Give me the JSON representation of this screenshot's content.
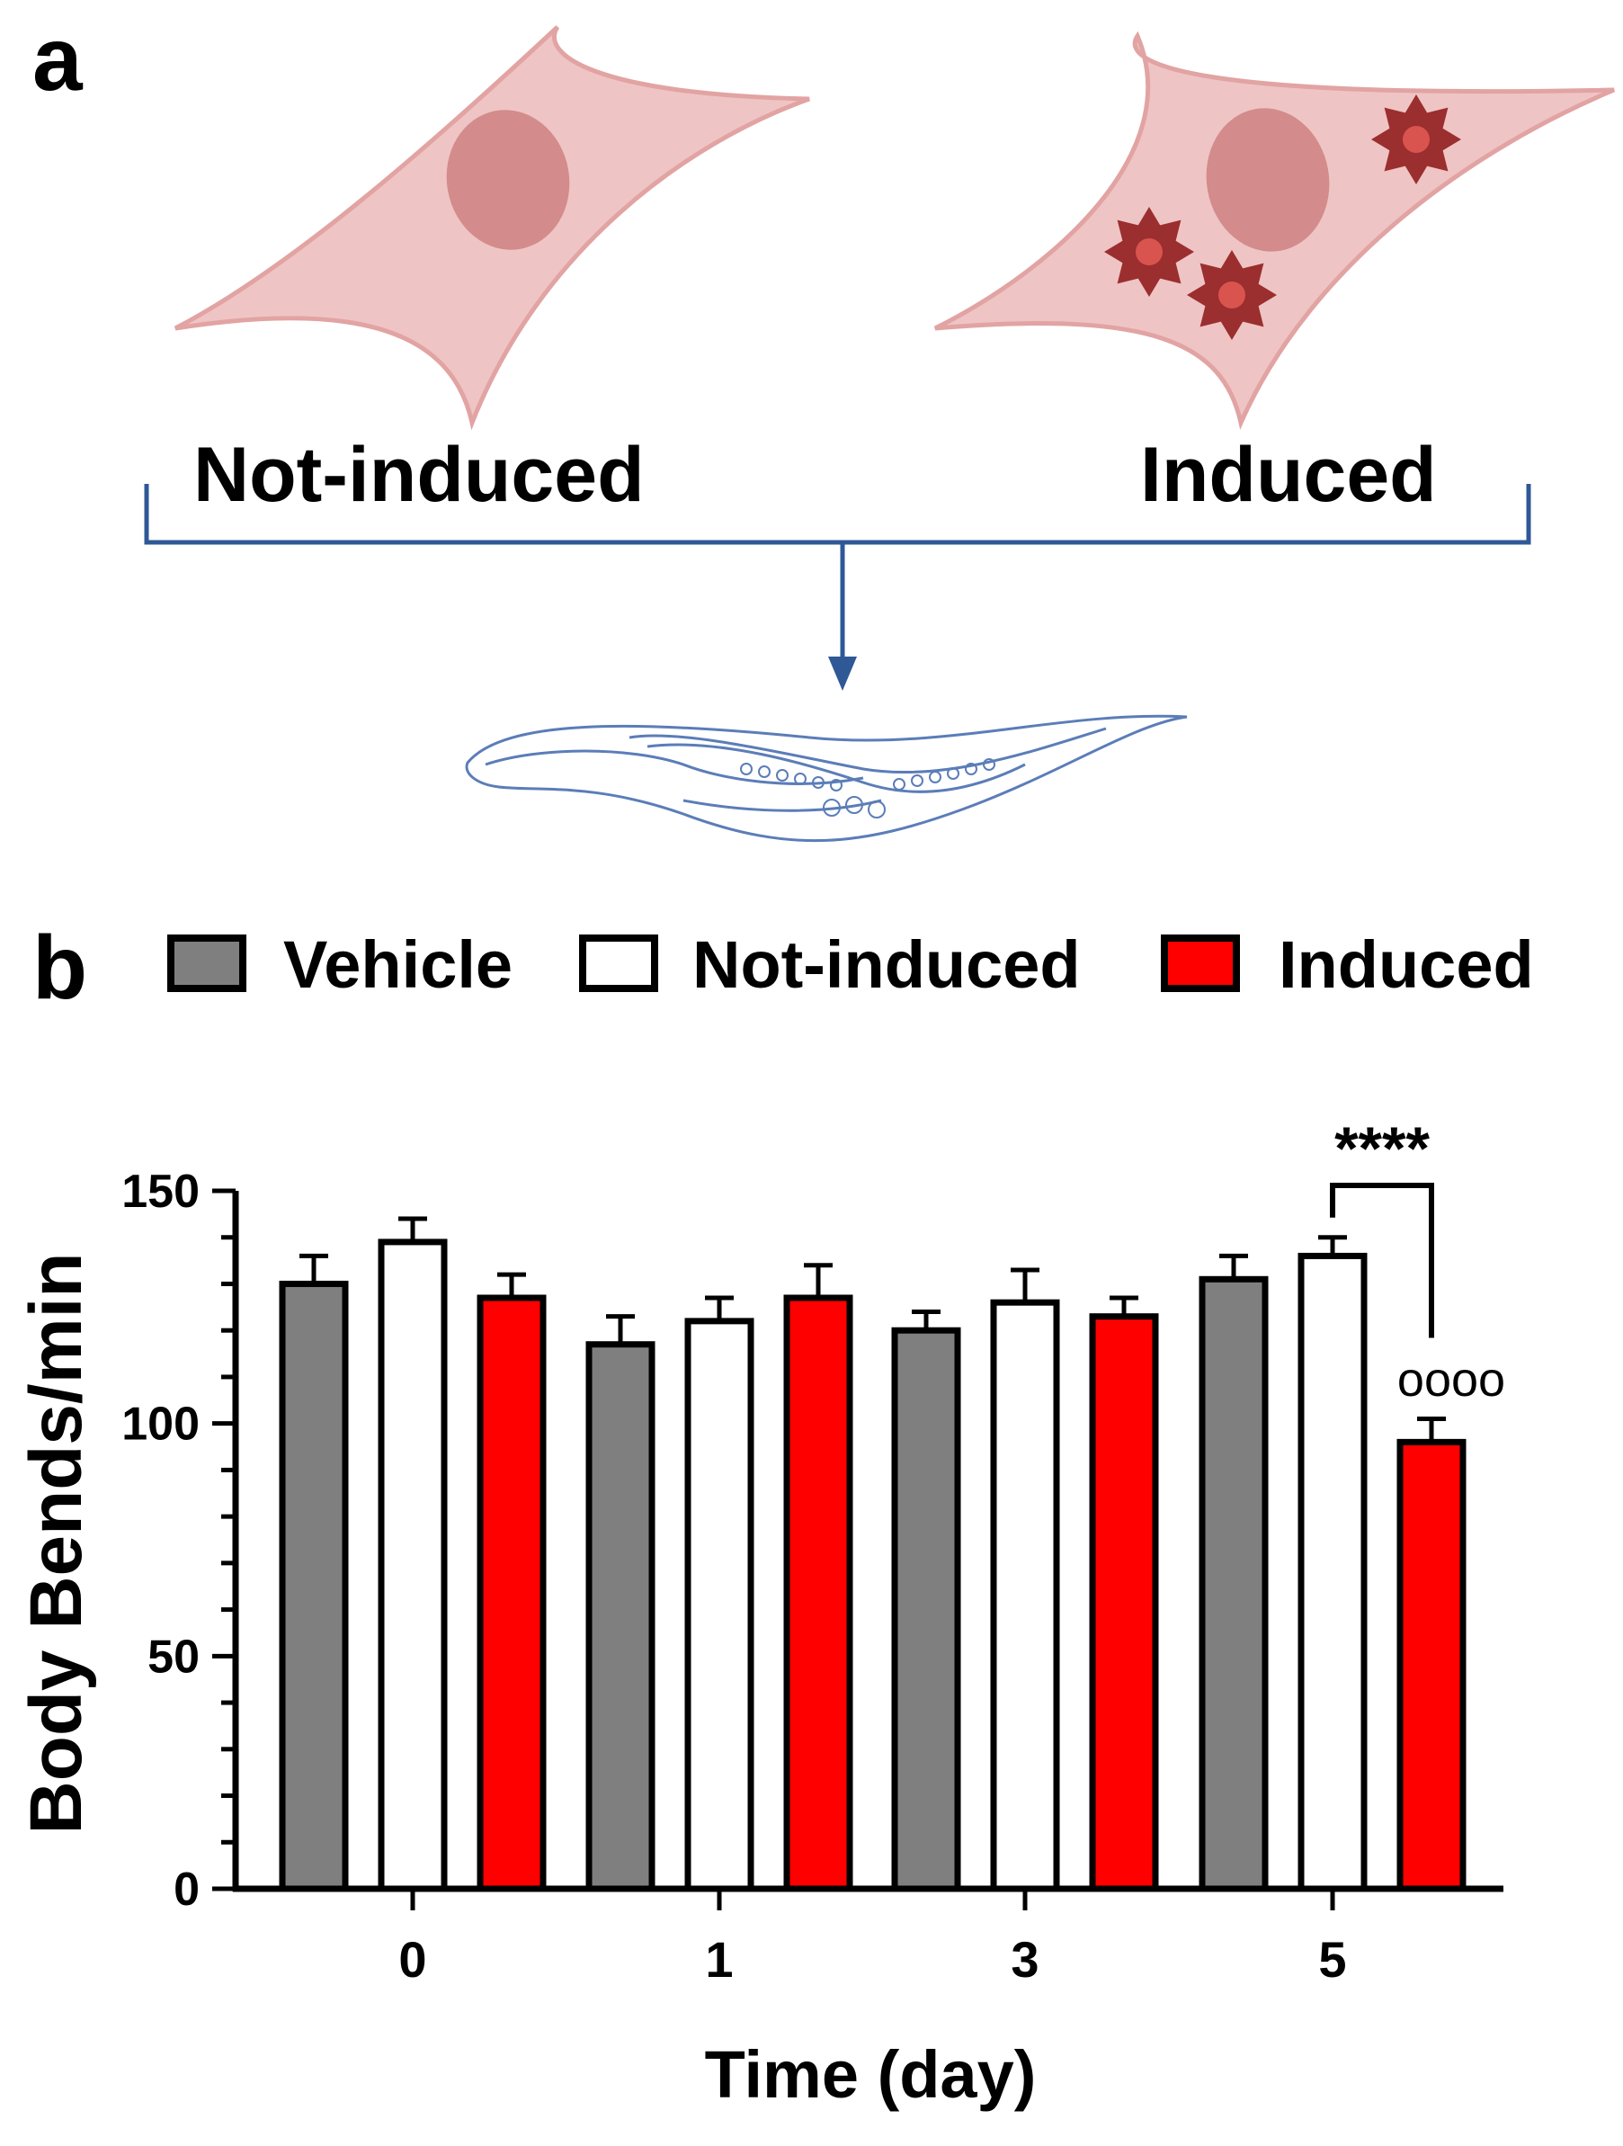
{
  "panel_a": {
    "letter": "a",
    "left_label": "Not-induced",
    "right_label": "Induced",
    "colors": {
      "cell_fill": "#efc4c4",
      "cell_stroke": "#e2a3a3",
      "nucleus": "#d38b8b",
      "vesicle": "#9b2e2e",
      "vesicle_core": "#d9544f",
      "bracket": "#2f5896",
      "worm": "#5b7db8"
    },
    "icons": [
      "cell-icon",
      "senescent-cell-icon",
      "down-arrow-icon",
      "worm-icon"
    ]
  },
  "panel_b": {
    "letter": "b"
  },
  "chart_data": {
    "type": "bar",
    "title": "",
    "xlabel": "Time (day)",
    "ylabel": "Body Bends/min",
    "categories": [
      "0",
      "1",
      "3",
      "5"
    ],
    "ylim": [
      0,
      150
    ],
    "yticks": [
      "0",
      "50",
      "100",
      "150"
    ],
    "grid": false,
    "legend_position": "top",
    "series": [
      {
        "name": "Vehicle",
        "color": "#7f7f7f",
        "values": [
          130,
          117,
          120,
          131
        ],
        "errors": [
          6,
          6,
          4,
          5
        ]
      },
      {
        "name": "Not-induced",
        "color": "#ffffff",
        "values": [
          139,
          122,
          126,
          136
        ],
        "errors": [
          5,
          5,
          7,
          4
        ]
      },
      {
        "name": "Induced",
        "color": "#ff0000",
        "values": [
          127,
          127,
          123,
          96
        ],
        "errors": [
          5,
          7,
          4,
          5
        ]
      }
    ],
    "annotations": [
      {
        "text": "****",
        "between": [
          "Not-induced",
          "Induced"
        ],
        "category": "5"
      },
      {
        "text": "oooo",
        "series": "Induced",
        "category": "5"
      }
    ]
  }
}
